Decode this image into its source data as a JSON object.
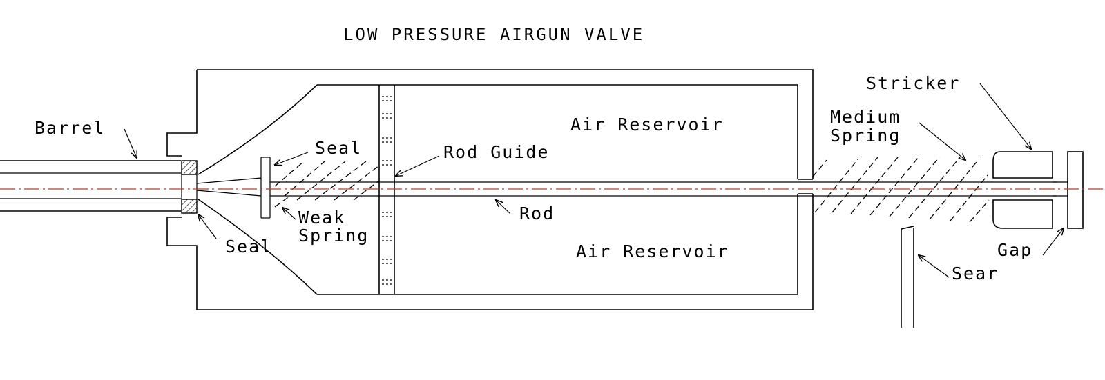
{
  "title": "LOW PRESSURE AIRGUN VALVE",
  "labels": {
    "barrel": "Barrel",
    "seal_top": "Seal",
    "seal_bottom": "Seal",
    "rod_guide": "Rod Guide",
    "air_reservoir_top": "Air Reservoir",
    "air_reservoir_bottom": "Air Reservoir",
    "weak_spring_1": "Weak",
    "weak_spring_2": "Spring",
    "rod": "Rod",
    "medium_spring_1": "Medium",
    "medium_spring_2": "Spring",
    "stricker": "Stricker",
    "gap": "Gap",
    "sear": "Sear"
  },
  "colors": {
    "line": "#000000",
    "centerline": "#c0392b",
    "background": "#ffffff"
  }
}
